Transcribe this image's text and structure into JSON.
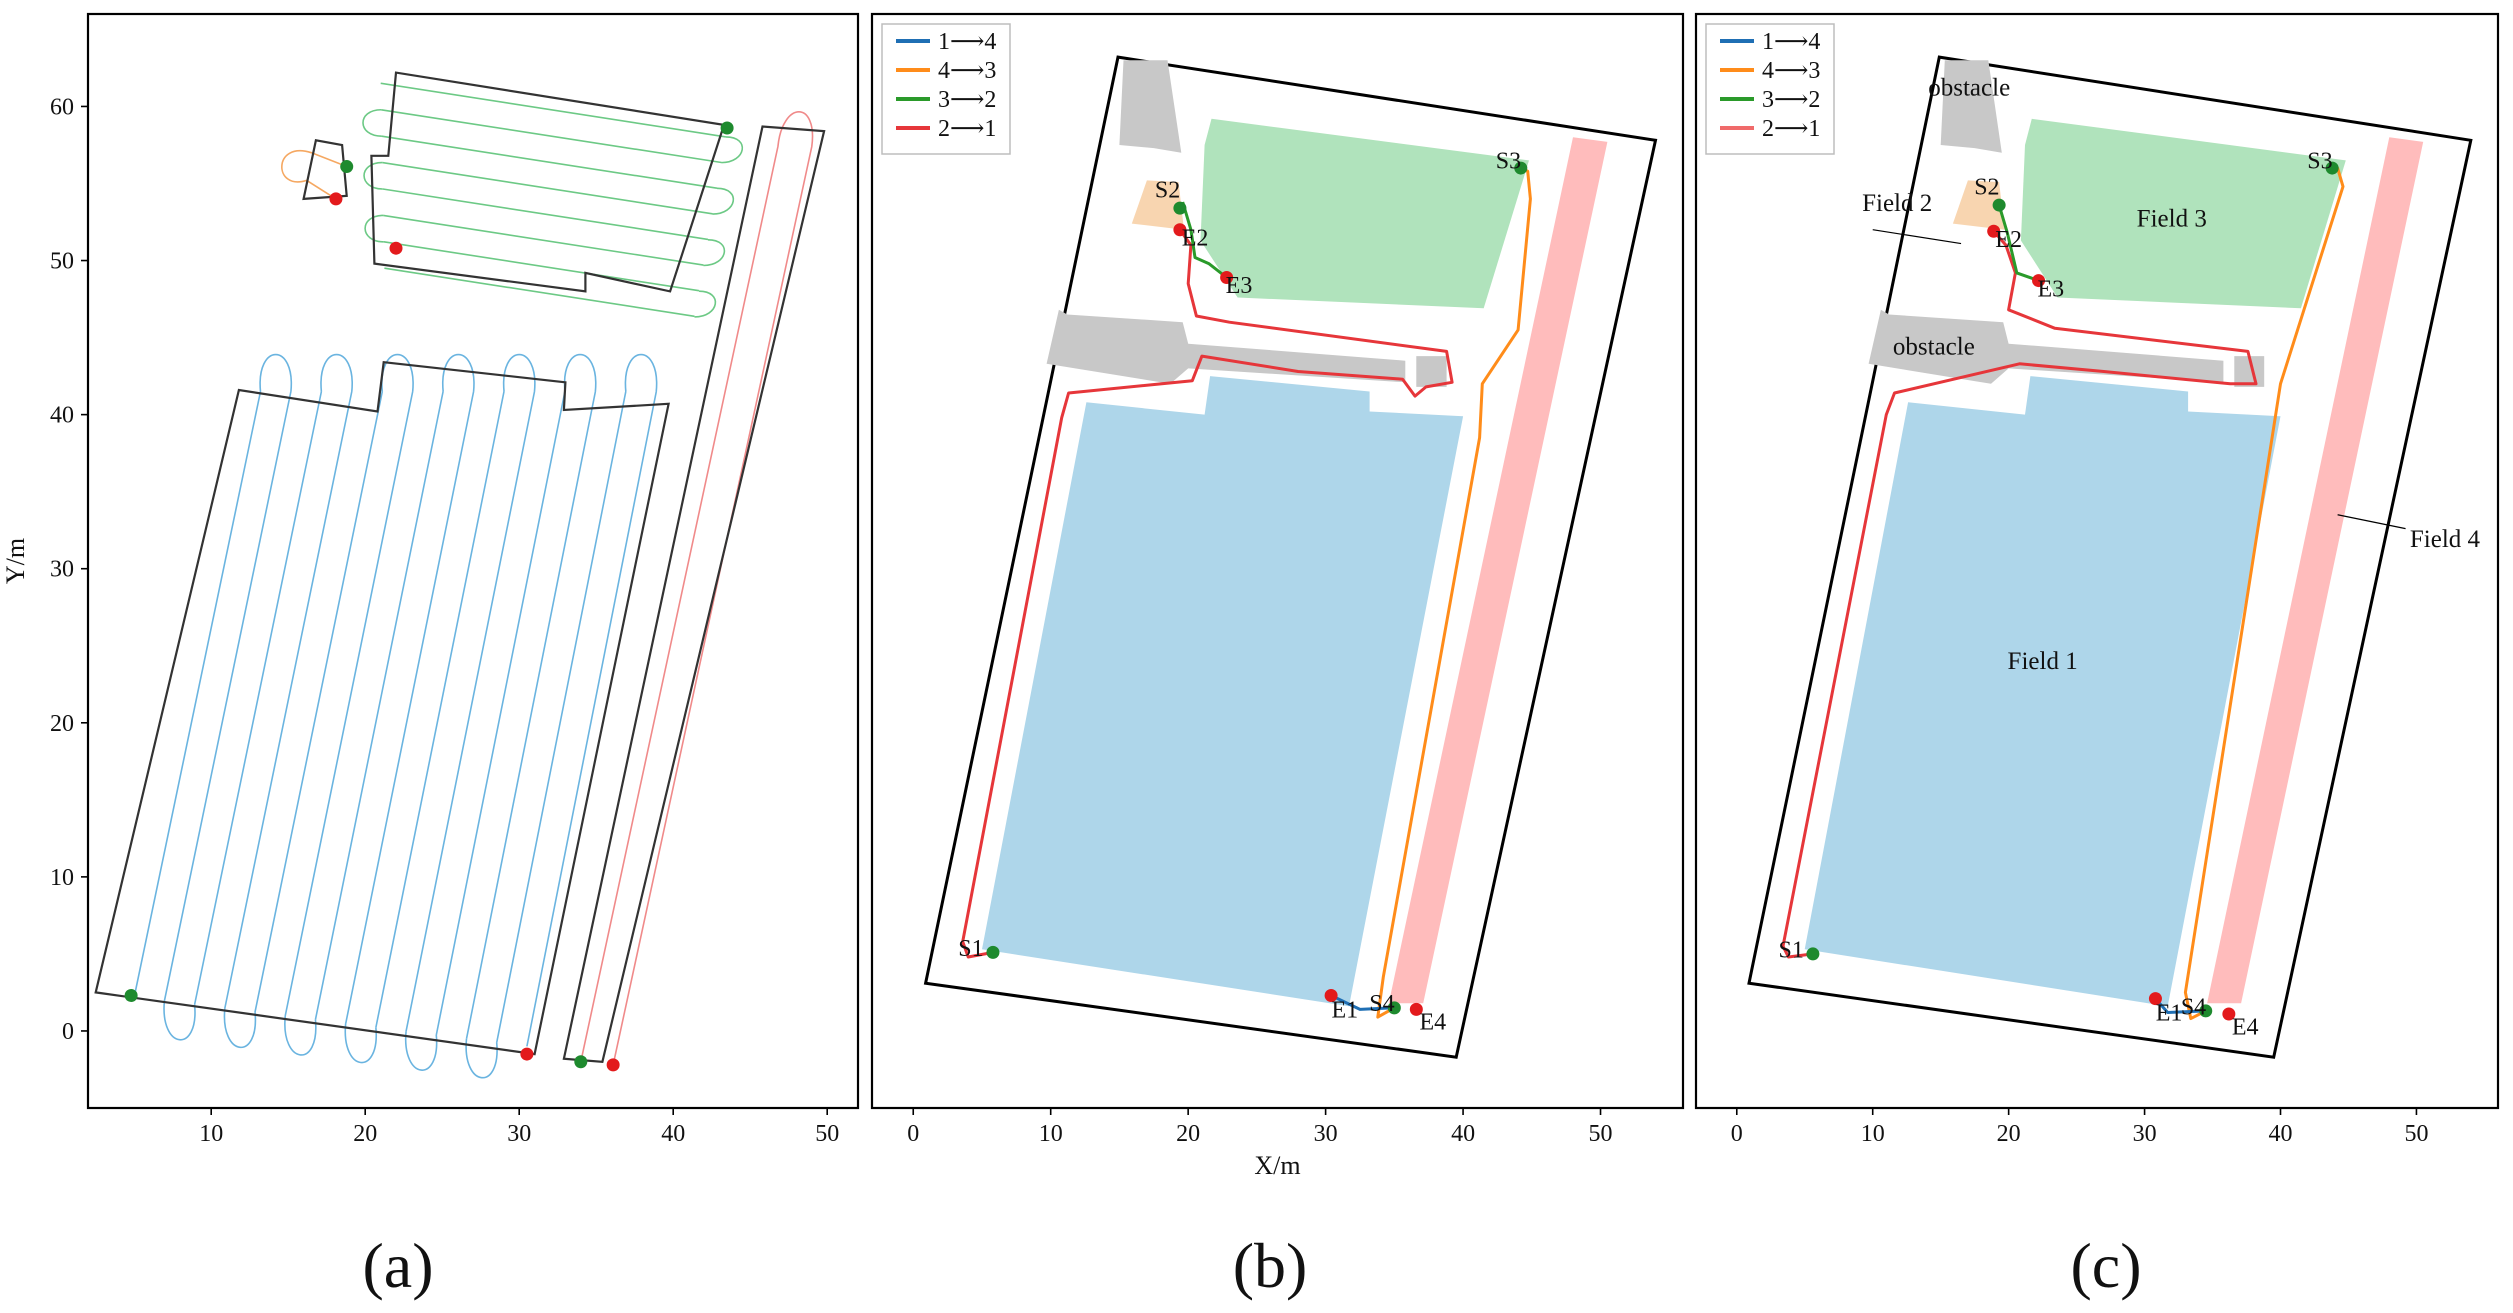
{
  "chart_data": [
    {
      "panel": "(a)",
      "type": "line",
      "xlabel": "",
      "ylabel": "Y/m",
      "xlim": [
        2,
        52
      ],
      "ylim": [
        -5,
        66
      ],
      "xticks": [
        "10",
        "20",
        "30",
        "40",
        "50"
      ],
      "yticks": [
        "0",
        "10",
        "20",
        "30",
        "40",
        "50",
        "60"
      ],
      "boundaries": [
        {
          "name": "field-1",
          "points": [
            [
              2.5,
              2.5
            ],
            [
              11.8,
              41.6
            ],
            [
              20.8,
              40.2
            ],
            [
              21.2,
              43.4
            ],
            [
              33.0,
              42.1
            ],
            [
              32.9,
              40.3
            ],
            [
              39.7,
              40.7
            ],
            [
              31.0,
              -1.5
            ]
          ]
        },
        {
          "name": "field-2",
          "points": [
            [
              16.0,
              54.0
            ],
            [
              16.8,
              57.8
            ],
            [
              18.5,
              57.5
            ],
            [
              18.8,
              54.2
            ]
          ]
        },
        {
          "name": "field-3",
          "points": [
            [
              21.5,
              56.8
            ],
            [
              22.0,
              62.2
            ],
            [
              43.3,
              58.8
            ],
            [
              39.8,
              48.0
            ],
            [
              34.3,
              49.2
            ],
            [
              34.3,
              48.0
            ],
            [
              20.6,
              49.8
            ],
            [
              20.4,
              56.8
            ]
          ]
        },
        {
          "name": "field-4",
          "points": [
            [
              32.9,
              -1.8
            ],
            [
              45.8,
              58.7
            ],
            [
              49.8,
              58.4
            ],
            [
              35.4,
              -2.0
            ]
          ]
        }
      ],
      "coverage_paths": [
        {
          "field": 1,
          "color": "#6ab4e0",
          "passes": 14,
          "x_bottom_start": 5.0,
          "x_bottom_end": 30.5,
          "x_top_start": 13.2,
          "x_top_end": 38.9,
          "y_bottom_start": 2.2,
          "y_bottom_end": -1.0,
          "y_top": 41.5
        },
        {
          "field": 3,
          "color": "#6cc985",
          "passes": 8,
          "y_top": 61.5,
          "y_bottom": 49.5
        },
        {
          "field": 2,
          "color": "#f5a862"
        },
        {
          "field": 4,
          "color": "#f08a8a"
        }
      ],
      "start_points": [
        [
          4.8,
          2.3
        ],
        [
          18.8,
          56.1
        ],
        [
          43.5,
          58.6
        ],
        [
          34.0,
          -2.0
        ]
      ],
      "end_points": [
        [
          18.1,
          54.0
        ],
        [
          22.0,
          50.8
        ],
        [
          30.5,
          -1.5
        ],
        [
          36.1,
          -2.2
        ]
      ]
    },
    {
      "panel": "(b)",
      "type": "line",
      "xlabel": "X/m",
      "ylabel": "",
      "xlim": [
        -3,
        56
      ],
      "ylim": [
        -5,
        66
      ],
      "xticks": [
        "0",
        "10",
        "20",
        "30",
        "40",
        "50"
      ],
      "legend": [
        {
          "label": "1⟶4",
          "color": "#1f6fb4"
        },
        {
          "label": "4⟶3",
          "color": "#ff8c1a"
        },
        {
          "label": "3⟶2",
          "color": "#2a9a2a"
        },
        {
          "label": "2⟶1",
          "color": "#e6363a"
        }
      ],
      "legend_position": "top-left",
      "point_labels": [
        "S1",
        "S2",
        "S3",
        "S4",
        "E1",
        "E2",
        "E3",
        "E4"
      ],
      "transfer_paths": [
        {
          "from": "1",
          "to": "4",
          "color": "#1f6fb4",
          "points": [
            [
              30.4,
              2.3
            ],
            [
              32.5,
              1.4
            ],
            [
              35.0,
              1.5
            ]
          ]
        },
        {
          "from": "4",
          "to": "3",
          "color": "#ff8c1a",
          "points": [
            [
              35.0,
              1.5
            ],
            [
              33.8,
              0.9
            ],
            [
              34.2,
              3.5
            ],
            [
              41.2,
              38.5
            ],
            [
              41.4,
              42.0
            ],
            [
              44.0,
              45.5
            ],
            [
              44.9,
              54.0
            ],
            [
              44.7,
              55.8
            ],
            [
              44.2,
              56.0
            ]
          ]
        },
        {
          "from": "3",
          "to": "2",
          "color": "#2a9a2a",
          "points": [
            [
              19.6,
              53.8
            ],
            [
              20.2,
              52.0
            ],
            [
              20.5,
              50.2
            ],
            [
              21.5,
              49.8
            ],
            [
              22.8,
              48.9
            ]
          ]
        },
        {
          "from": "2",
          "to": "1",
          "color": "#e6363a",
          "points": [
            [
              19.4,
              52.0
            ],
            [
              20.2,
              51.0
            ],
            [
              20.0,
              48.5
            ],
            [
              20.6,
              46.4
            ],
            [
              23.0,
              46.0
            ],
            [
              38.8,
              44.1
            ],
            [
              39.2,
              42.1
            ],
            [
              37.3,
              41.8
            ],
            [
              36.5,
              41.2
            ],
            [
              35.6,
              42.3
            ],
            [
              28.0,
              42.8
            ],
            [
              21.0,
              43.8
            ],
            [
              20.3,
              42.2
            ],
            [
              11.3,
              41.4
            ],
            [
              10.8,
              39.8
            ],
            [
              3.6,
              5.8
            ],
            [
              4.0,
              4.8
            ],
            [
              5.8,
              5.1
            ]
          ]
        }
      ],
      "start_points": [
        [
          5.8,
          5.1
        ],
        [
          19.4,
          53.4
        ],
        [
          44.2,
          56.0
        ],
        [
          35.0,
          1.5
        ]
      ],
      "end_points": [
        [
          30.4,
          2.3
        ],
        [
          19.4,
          52.0
        ],
        [
          22.8,
          48.9
        ],
        [
          36.6,
          1.4
        ]
      ]
    },
    {
      "panel": "(c)",
      "type": "line",
      "xlabel": "",
      "ylabel": "",
      "xlim": [
        -3,
        56
      ],
      "ylim": [
        -5,
        66
      ],
      "xticks": [
        "0",
        "10",
        "20",
        "30",
        "40",
        "50"
      ],
      "legend": [
        {
          "label": "1⟶4",
          "color": "#1f6fb4"
        },
        {
          "label": "4⟶3",
          "color": "#ff8c1a"
        },
        {
          "label": "3⟶2",
          "color": "#2a9a2a"
        },
        {
          "label": "2⟶1",
          "color": "#f06a6a"
        }
      ],
      "legend_position": "top-left",
      "point_labels": [
        "S1",
        "S2",
        "S3",
        "S4",
        "E1",
        "E2",
        "E3",
        "E4"
      ],
      "annotations": [
        "obstacle",
        "obstacle",
        "Field 1",
        "Field 2",
        "Field 3",
        "Field 4"
      ],
      "transfer_paths": [
        {
          "from": "1",
          "to": "4",
          "color": "#1f6fb4",
          "points": [
            [
              30.8,
              2.1
            ],
            [
              31.7,
              1.2
            ],
            [
              34.5,
              1.3
            ]
          ]
        },
        {
          "from": "4",
          "to": "3",
          "color": "#ff8c1a",
          "points": [
            [
              34.5,
              1.3
            ],
            [
              33.4,
              0.8
            ],
            [
              33.0,
              2.5
            ],
            [
              40.0,
              42.0
            ],
            [
              44.6,
              54.8
            ],
            [
              44.2,
              56.0
            ],
            [
              43.8,
              56.0
            ]
          ]
        },
        {
          "from": "3",
          "to": "2",
          "color": "#2a9a2a",
          "points": [
            [
              19.3,
              53.6
            ],
            [
              19.9,
              51.8
            ],
            [
              20.6,
              49.2
            ],
            [
              22.2,
              48.7
            ]
          ]
        },
        {
          "from": "2",
          "to": "1",
          "color": "#e6363a",
          "points": [
            [
              18.9,
              51.9
            ],
            [
              19.8,
              51.0
            ],
            [
              20.5,
              49.2
            ],
            [
              20.0,
              46.8
            ],
            [
              23.4,
              45.6
            ],
            [
              37.6,
              44.1
            ],
            [
              38.2,
              42.0
            ],
            [
              36.3,
              42.0
            ],
            [
              27.0,
              42.8
            ],
            [
              20.8,
              43.3
            ],
            [
              11.6,
              41.4
            ],
            [
              11.0,
              40.0
            ],
            [
              3.4,
              5.5
            ],
            [
              3.8,
              4.8
            ],
            [
              5.6,
              5.0
            ]
          ]
        }
      ],
      "start_points": [
        [
          5.6,
          5.0
        ],
        [
          19.3,
          53.6
        ],
        [
          43.8,
          56.0
        ],
        [
          34.5,
          1.3
        ]
      ],
      "end_points": [
        [
          30.8,
          2.1
        ],
        [
          18.9,
          51.9
        ],
        [
          22.2,
          48.7
        ],
        [
          36.2,
          1.1
        ]
      ]
    }
  ],
  "captions": [
    "(a)",
    "(b)",
    "(c)"
  ]
}
